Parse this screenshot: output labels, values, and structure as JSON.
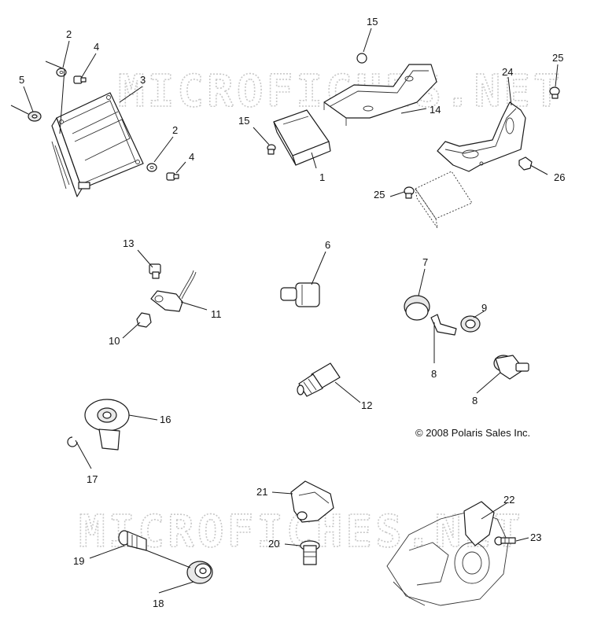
{
  "watermark": {
    "text": "MICROFICHES.NET"
  },
  "copyright": "© 2008 Polaris Sales Inc.",
  "callouts": {
    "c2a": "2",
    "c4a": "4",
    "c3": "3",
    "c5": "5",
    "c2b": "2",
    "c4b": "4",
    "c15a": "15",
    "c15b": "15",
    "c14": "14",
    "c1": "1",
    "c25a": "25",
    "c24": "24",
    "c26": "26",
    "c25b": "25",
    "c13": "13",
    "c11": "11",
    "c10": "10",
    "c6": "6",
    "c7": "7",
    "c8a": "8",
    "c9": "9",
    "c8b": "8",
    "c12": "12",
    "c16": "16",
    "c17": "17",
    "c21": "21",
    "c20": "20",
    "c19": "19",
    "c18": "18",
    "c22": "22",
    "c23": "23"
  }
}
